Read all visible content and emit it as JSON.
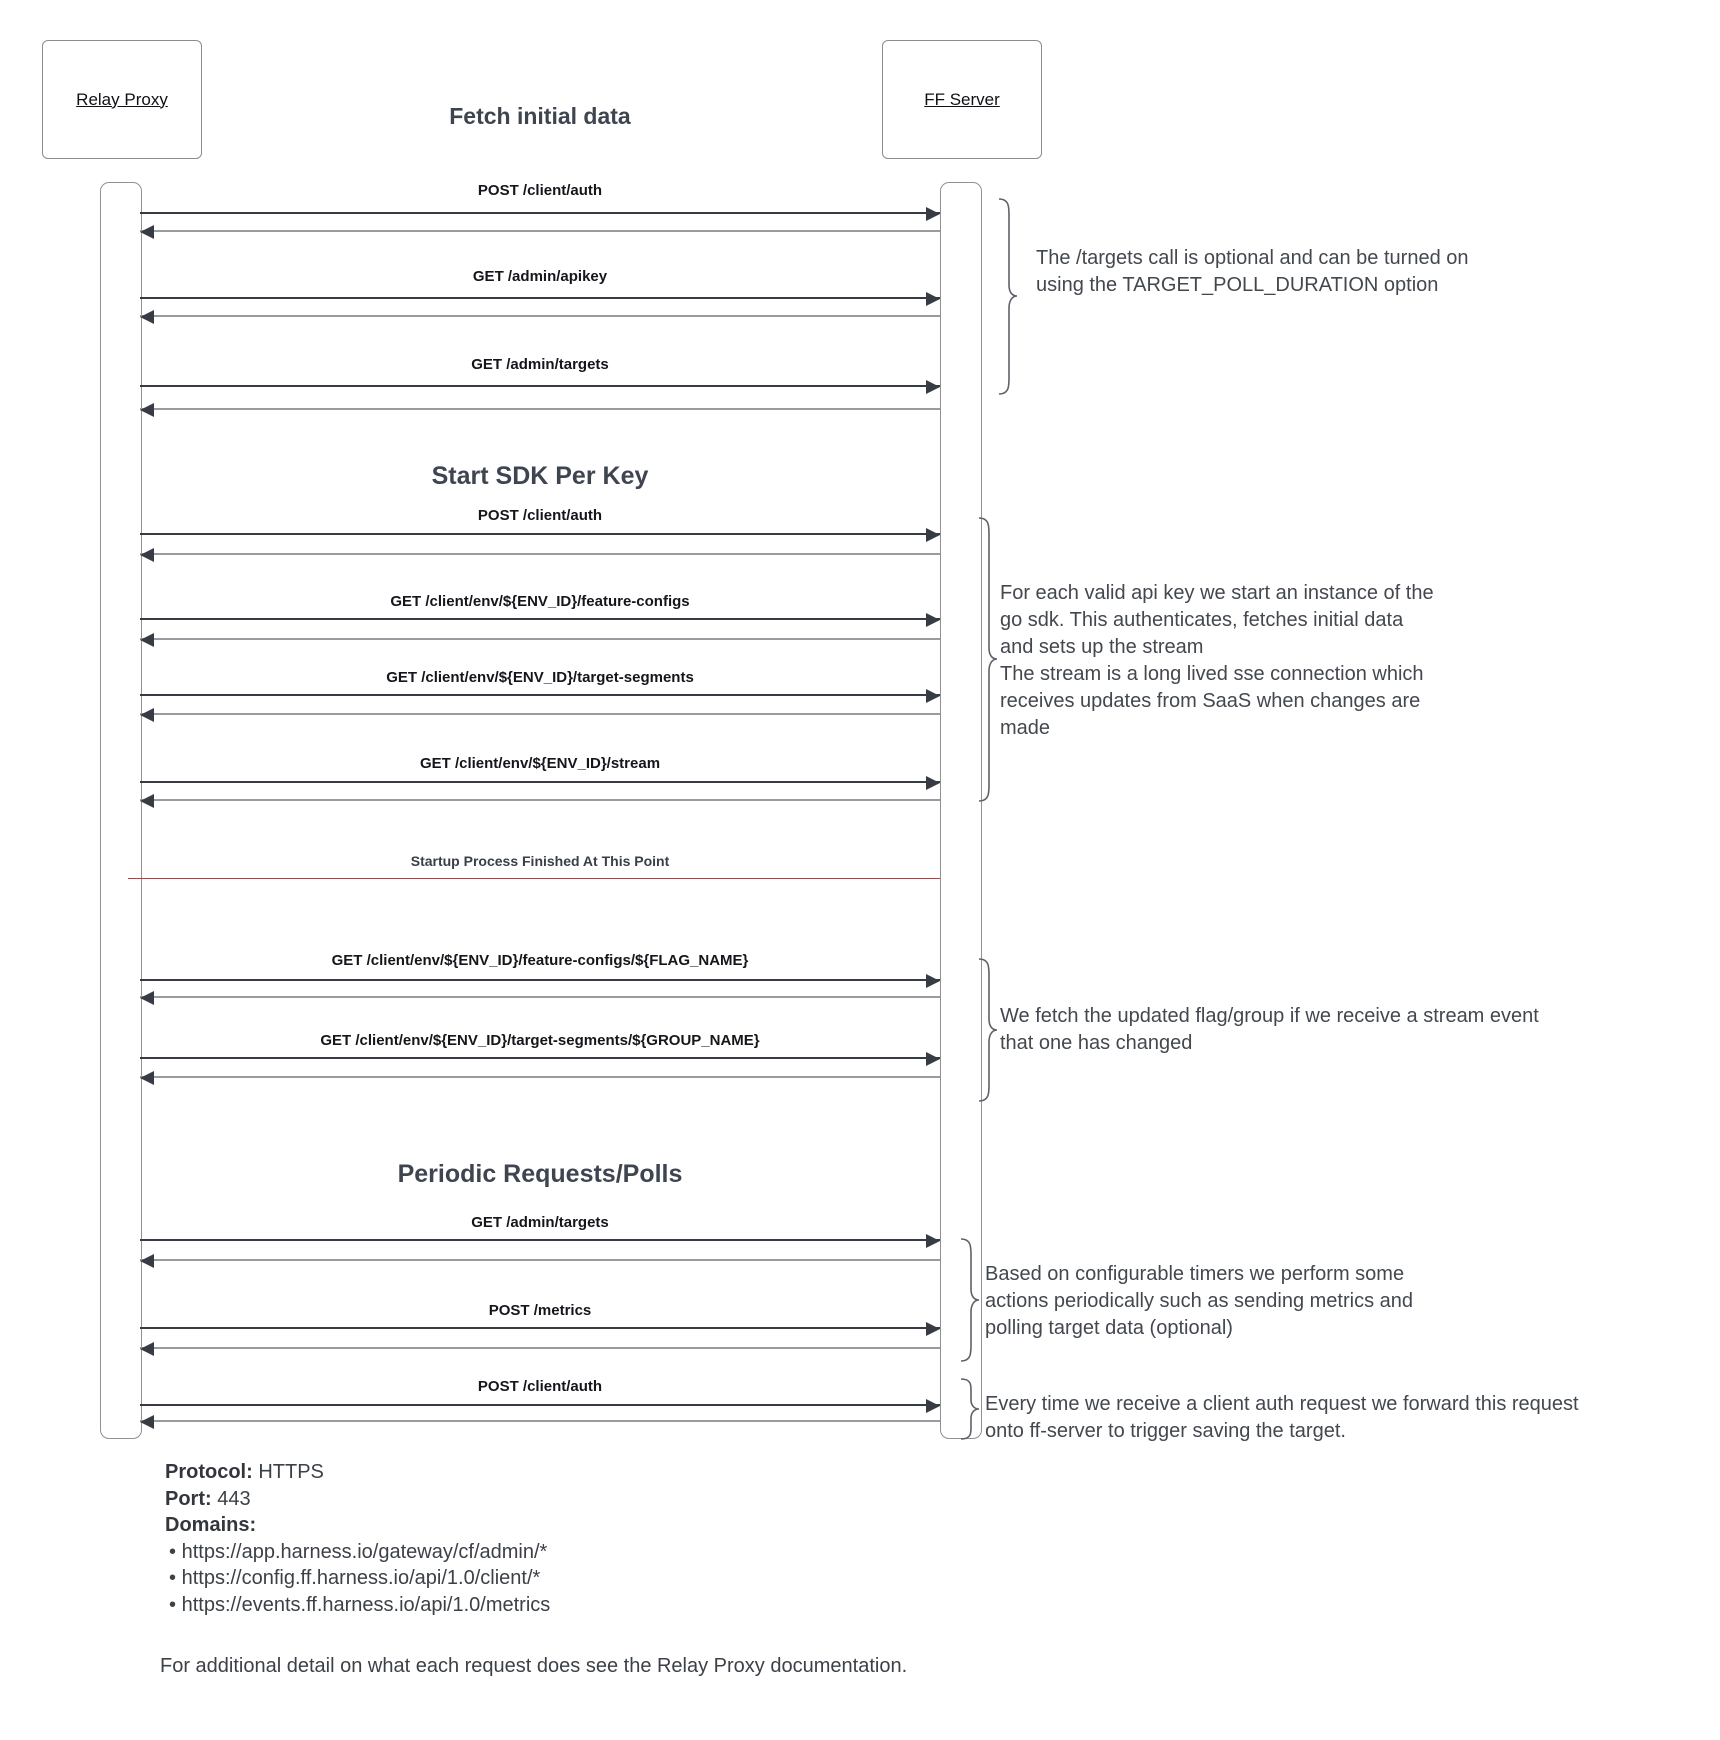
{
  "title": "Fetch initial data",
  "actors": {
    "left": "Relay Proxy",
    "right": "FF Server"
  },
  "sections": {
    "sdk": "Start SDK Per Key",
    "periodic": "Periodic Requests/Polls"
  },
  "separator": {
    "label": "Startup Process Finished At This Point",
    "color": "#c63636"
  },
  "messages": [
    {
      "label": "POST /client/auth"
    },
    {
      "label": "GET /admin/apikey"
    },
    {
      "label": "GET /admin/targets"
    },
    {
      "label": "POST /client/auth"
    },
    {
      "label": "GET /client/env/${ENV_ID}/feature-configs"
    },
    {
      "label": "GET /client/env/${ENV_ID}/target-segments"
    },
    {
      "label": "GET /client/env/${ENV_ID}/stream"
    },
    {
      "label": "GET /client/env/${ENV_ID}/feature-configs/${FLAG_NAME}"
    },
    {
      "label": "GET /client/env/${ENV_ID}/target-segments/${GROUP_NAME}"
    },
    {
      "label": "GET /admin/targets"
    },
    {
      "label": "POST /metrics"
    },
    {
      "label": "POST /client/auth"
    }
  ],
  "annotations": {
    "targets_optional": "The /targets call is optional and can be turned on using the TARGET_POLL_DURATION option",
    "sdk_start": "For each valid api key we start an instance of the go sdk. This authenticates, fetches initial data and sets up the stream",
    "sdk_stream": "The stream is a long lived sse connection which receives updates from SaaS when changes are made",
    "fetch_updated": "We fetch the updated flag/group if we receive a stream event that one has changed",
    "periodic_actions": "Based on configurable timers we perform some actions periodically such as sending metrics and polling target data (optional)",
    "auth_forward": "Every time we receive a client auth request we forward this request onto ff-server to trigger saving the target."
  },
  "footer": {
    "protocol_label": "Protocol:",
    "protocol_value": "HTTPS",
    "port_label": "Port:",
    "port_value": "443",
    "domains_label": "Domains:",
    "bullet": "•",
    "domains": [
      "https://app.harness.io/gateway/cf/admin/*",
      "https://config.ff.harness.io/api/1.0/client/*",
      "https://events.ff.harness.io/api/1.0/metrics"
    ],
    "end_note": "For additional detail on what each request does see the Relay Proxy documentation."
  }
}
